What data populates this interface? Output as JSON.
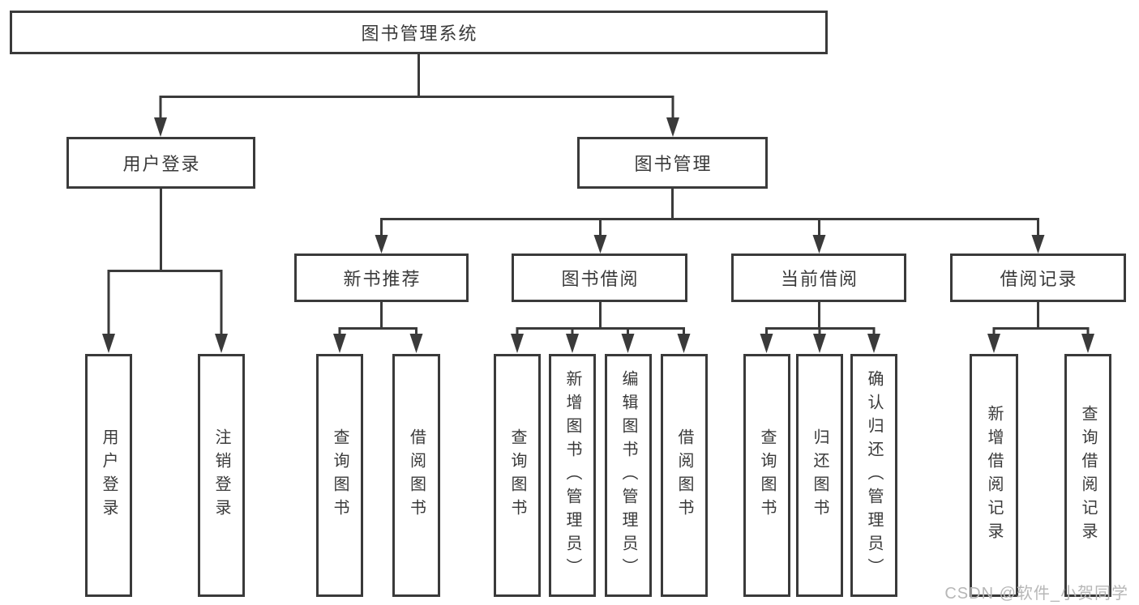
{
  "tree": {
    "root": {
      "label": "图书管理系统"
    },
    "branches": [
      {
        "label": "用户登录",
        "children": [
          {
            "label": "用户登录"
          },
          {
            "label": "注销登录"
          }
        ]
      },
      {
        "label": "图书管理",
        "groups": [
          {
            "label": "新书推荐",
            "children": [
              {
                "label": "查询图书"
              },
              {
                "label": "借阅图书"
              }
            ]
          },
          {
            "label": "图书借阅",
            "children": [
              {
                "label": "查询图书"
              },
              {
                "label": "新增图书（管理员）"
              },
              {
                "label": "编辑图书（管理员）"
              },
              {
                "label": "借阅图书"
              }
            ]
          },
          {
            "label": "当前借阅",
            "children": [
              {
                "label": "查询图书"
              },
              {
                "label": "归还图书"
              },
              {
                "label": "确认归还（管理员）"
              }
            ]
          },
          {
            "label": "借阅记录",
            "children": [
              {
                "label": "新增借阅记录"
              },
              {
                "label": "查询借阅记录"
              }
            ]
          }
        ]
      }
    ]
  },
  "watermark": {
    "text": "CSDN @软件_小贺同学"
  },
  "colors": {
    "line": "#3a3a3a",
    "text": "#3a3a3a",
    "background": "#ffffff",
    "watermark": "#b7b7b7"
  }
}
